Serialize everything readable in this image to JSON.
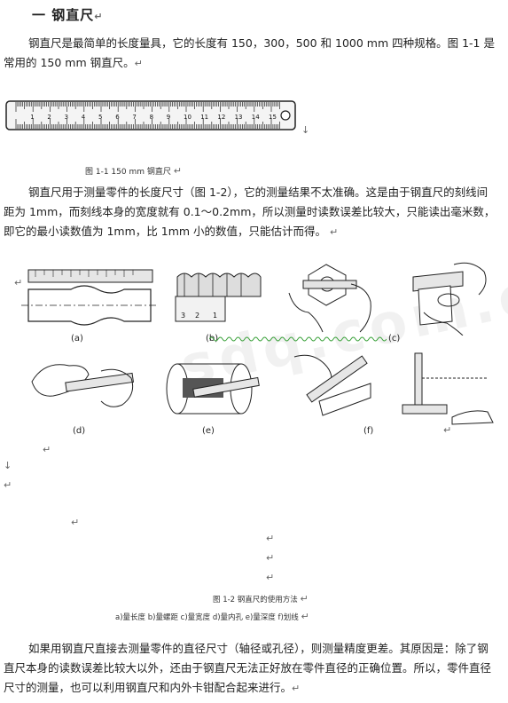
{
  "heading": "一  钢直尺",
  "para1": "钢直尺是最简单的长度量具，它的长度有 150，300，500 和 1000 mm 四种规格。图 1-1 是常用的 150 mm 钢直尺。",
  "fig1_caption": "图 1-1   150 mm 钢直尺",
  "ruler_numbers": [
    "1",
    "2",
    "3",
    "4",
    "5",
    "6",
    "7",
    "8",
    "9",
    "10",
    "11",
    "12",
    "13",
    "14",
    "15"
  ],
  "para2": "钢直尺用于测量零件的长度尺寸（图 1-2），它的测量结果不太准确。这是由于钢直尺的刻线间距为 1mm，而刻线本身的宽度就有 0.1～0.2mm，所以测量时读数误差比较大，只能读出毫米数，即它的最小读数值为 1mm，比 1mm 小的数值，只能估计而得。",
  "fig2_labels": [
    "(a)",
    "(b)",
    "(c)",
    "(d)",
    "(e)",
    "(f)"
  ],
  "fig2_caption": "图 1-2   钢直尺的使用方法",
  "fig2_subcaption": "a)量长度   b)量螺距   c)量宽度   d)量内孔   e)量深度   f)划线",
  "watermark": "sdq.com.cn",
  "para3": "如果用钢直尺直接去测量零件的直径尺寸（轴径或孔径），则测量精度更差。其原因是：除了钢直尺本身的读数误差比较大以外，还由于钢直尺无法正好放在零件直径的正确位置。所以，零件直径尺寸的测量，也可以利用钢直尺和内外卡钳配合起来进行。",
  "return_mark": "↵",
  "down_mark": "↓"
}
